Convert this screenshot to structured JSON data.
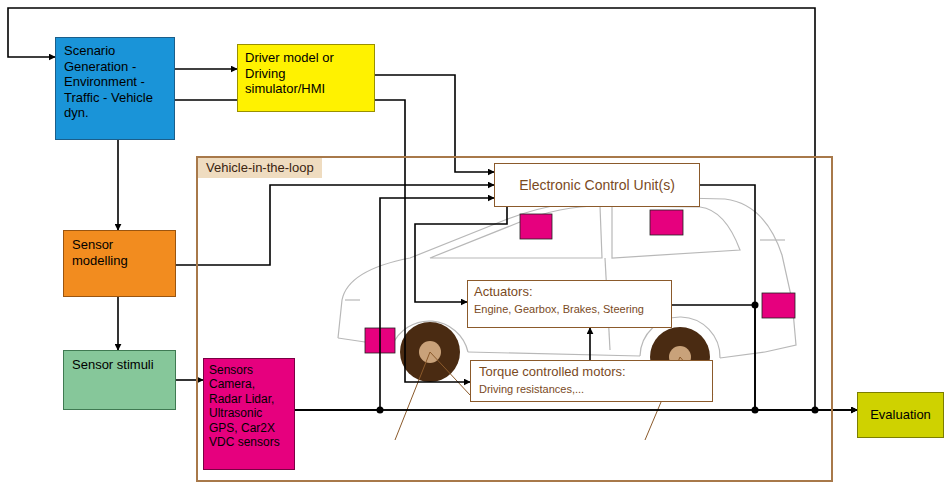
{
  "diagram": {
    "nodes": [
      {
        "text": [
          "Scenario Generation - Environment - Traffic - Vehicle dyn."
        ]
      },
      {
        "text": [
          "Driver model or Driving simulator/HMI"
        ]
      },
      {
        "text": [
          "Vehicle-in-the-loop"
        ]
      },
      {
        "text": [
          "Electronic Control Unit(s)"
        ],
        "in": 2
      },
      {
        "text": [
          "Actuators:",
          "Engine, Gearbox, Brakes, Steering"
        ],
        "in": 2
      },
      {
        "text": [
          "Torque controlled motors:",
          "Driving resistances,..."
        ],
        "in": 2
      },
      {
        "text": [
          "Sensor modelling"
        ]
      },
      {
        "text": [
          "Sensor stimuli"
        ]
      },
      {
        "text": [
          "Sensors Camera, Radar Lidar, Ultrasonic GPS, Car2X VDC sensors"
        ],
        "in": 2
      },
      {
        "text": [
          "Evaluation"
        ]
      }
    ],
    "edges": [
      {
        "from": 0,
        "to": 1,
        "arrow": "to"
      },
      {
        "from": 1,
        "to": 3,
        "arrow": "to"
      },
      {
        "from": 0,
        "to": 6,
        "arrow": "to"
      },
      {
        "from": 0,
        "to": 5,
        "arrow": "to"
      },
      {
        "from": 6,
        "to": 3,
        "arrow": "to"
      },
      {
        "from": 6,
        "to": 7,
        "arrow": "to"
      },
      {
        "from": 7,
        "to": 8,
        "arrow": "to"
      },
      {
        "from": 8,
        "to": 3,
        "arrow": "to"
      },
      {
        "from": 3,
        "to": 4,
        "arrow": "to"
      },
      {
        "from": 5,
        "to": 4,
        "arrow": "to"
      },
      {
        "from": 8,
        "to": 9,
        "arrow": "to"
      },
      {
        "from": 3,
        "to": 9,
        "arrow": "to"
      },
      {
        "from": 4,
        "to": 9,
        "arrow": "to"
      },
      {
        "from": 8,
        "to": 0,
        "arrow": "to"
      }
    ]
  }
}
